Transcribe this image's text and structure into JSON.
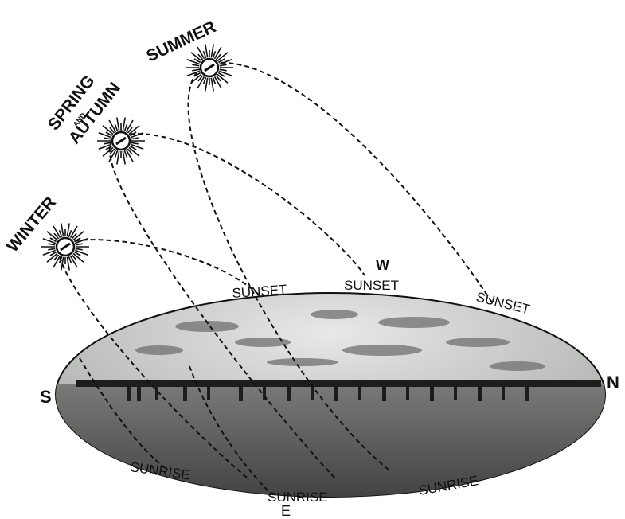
{
  "seasons": {
    "summer": "SUMMER",
    "spring_and": "SPRING",
    "and": "AND",
    "autumn": "AUTUMN",
    "winter": "WINTER"
  },
  "compass": {
    "south": "S",
    "north": "N",
    "west": "W",
    "east": "E"
  },
  "events": {
    "sunset": "SUNSET",
    "sunrise": "SUNRISE"
  },
  "colors": {
    "ink": "#111111",
    "sky": "#cfd2d0",
    "ground": "#555555"
  }
}
